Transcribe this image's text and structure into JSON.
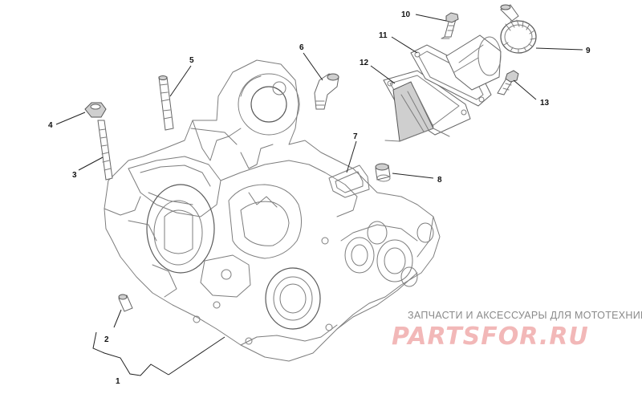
{
  "diagram": {
    "callouts": [
      "1",
      "2",
      "3",
      "4",
      "5",
      "6",
      "7",
      "8",
      "9",
      "10",
      "11",
      "12",
      "13"
    ]
  },
  "watermark": {
    "tagline": "ЗАПЧАСТИ И АКСЕССУАРЫ ДЛЯ МОТОТЕХНИКИ",
    "logo_text": "PARTSFOR.RU"
  }
}
